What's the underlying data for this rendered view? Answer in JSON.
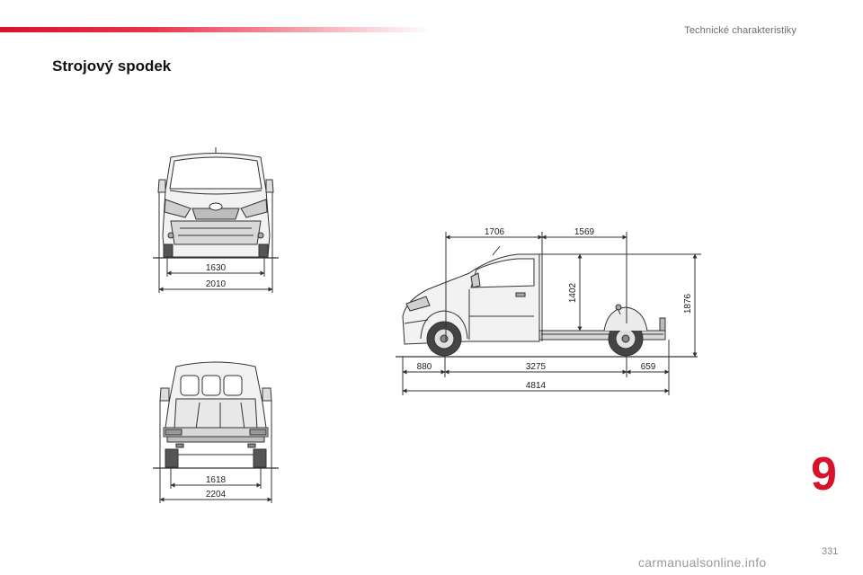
{
  "header": {
    "section_title": "Technické charakteristiky"
  },
  "page": {
    "title": "Strojový spodek",
    "chapter_number": "9",
    "page_number": "331"
  },
  "front_view": {
    "track_label": "1630",
    "width_label": "2010"
  },
  "rear_view": {
    "track_label": "1618",
    "width_label": "2204"
  },
  "side_view": {
    "cab_length_label": "1706",
    "platform_length_label": "1569",
    "platform_height_label": "1402",
    "total_height_label": "1876",
    "front_overhang_label": "880",
    "wheelbase_label": "3275",
    "rear_overhang_label": "659",
    "total_length_label": "4814"
  },
  "watermark": {
    "text": "carmanualsonline.info"
  },
  "colors": {
    "accent": "#d7122b",
    "line": "#333333"
  }
}
